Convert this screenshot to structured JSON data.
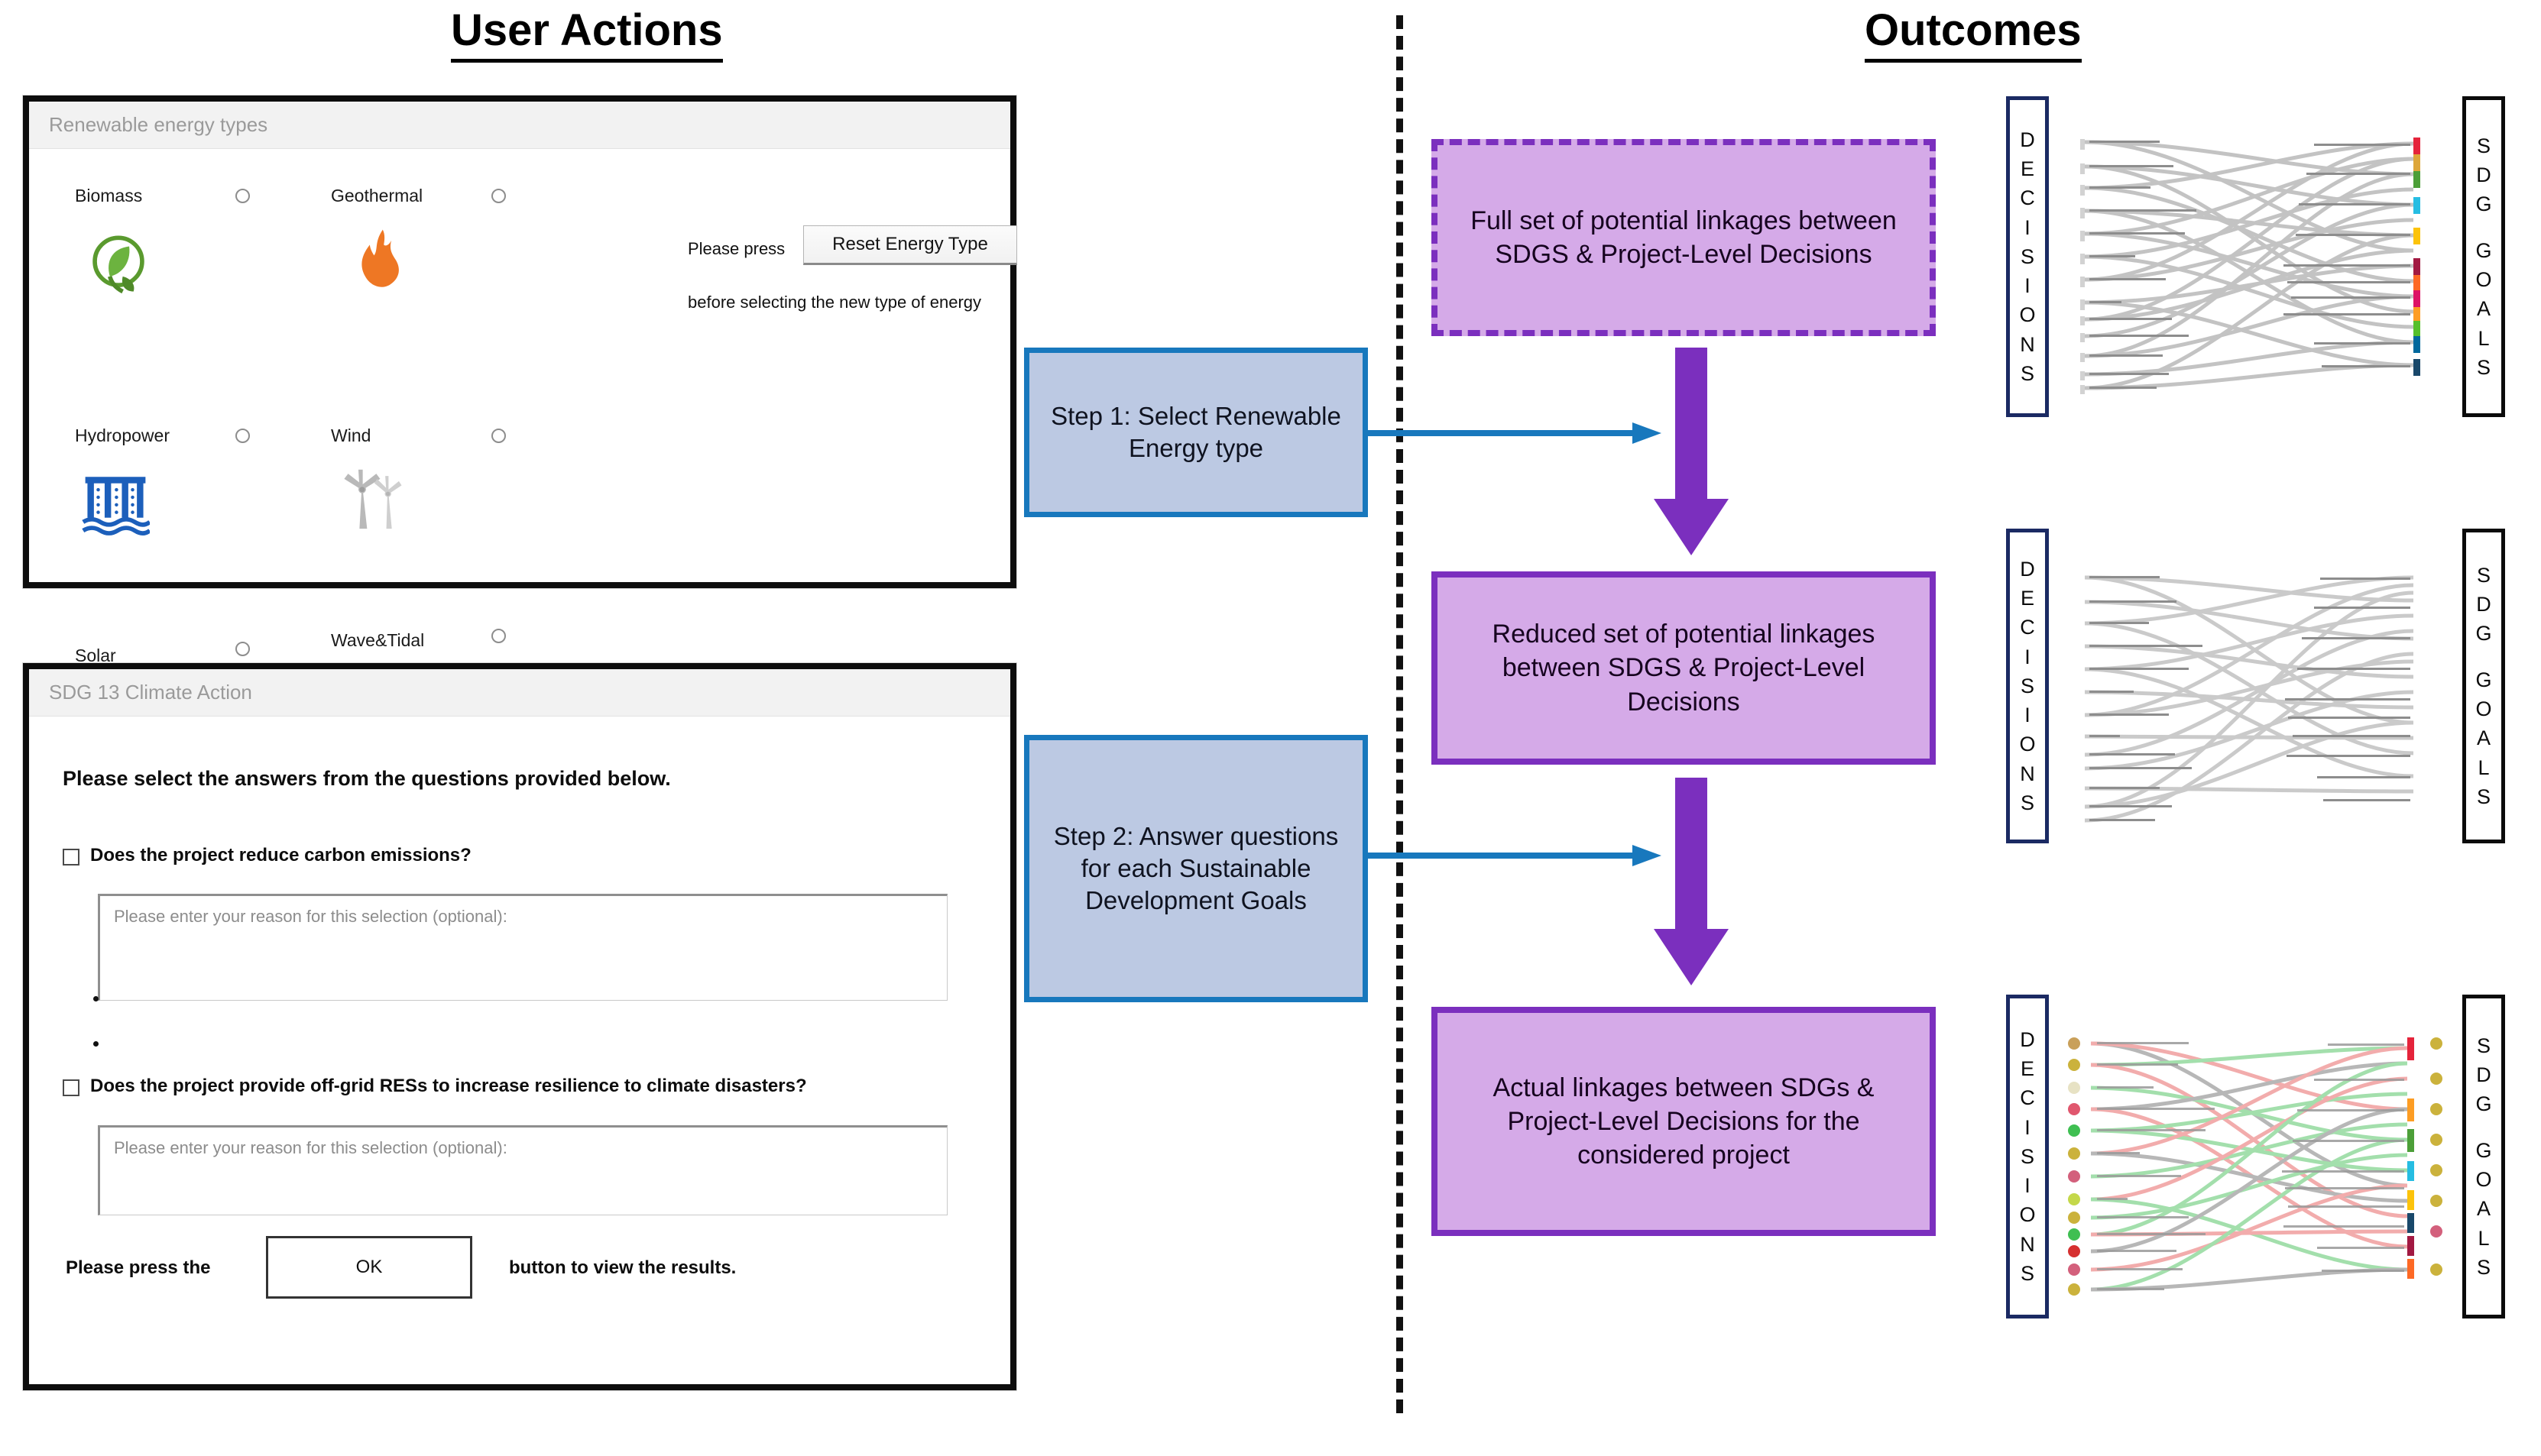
{
  "headings": {
    "left": "User Actions",
    "right": "Outcomes"
  },
  "panel_energy": {
    "title": "Renewable energy types",
    "options": [
      {
        "label": "Biomass",
        "icon": "biomass-leaf-icon",
        "selected": false
      },
      {
        "label": "Geothermal",
        "icon": "flame-icon",
        "selected": false
      },
      {
        "label": "Hydropower",
        "icon": "hydro-dam-icon",
        "selected": false
      },
      {
        "label": "Wind",
        "icon": "wind-turbine-icon",
        "selected": false
      },
      {
        "label": "Solar",
        "icon": "solar-panel-icon",
        "selected": false
      },
      {
        "label": "Wave&Tidal",
        "icon": "wave-icon",
        "selected": false
      }
    ],
    "reset_prefix": "Please press",
    "reset_button": "Reset Energy Type",
    "reset_suffix": "before selecting the new type of energy"
  },
  "panel_sdg": {
    "title": "SDG 13 Climate Action",
    "instruction": "Please select the answers from the questions provided below.",
    "questions": [
      {
        "label": "Does the project reduce carbon emissions?",
        "checked": false,
        "reason_placeholder": "Please enter your reason for this selection (optional):"
      },
      {
        "label": "Does the project provide off-grid RESs to increase resilience to climate disasters?",
        "checked": false,
        "reason_placeholder": "Please enter your reason for this selection (optional):"
      }
    ],
    "footer_prefix": "Please press the",
    "ok_button": "OK",
    "footer_suffix": "button to view the results."
  },
  "steps": [
    {
      "text": "Step 1: Select Renewable Energy type"
    },
    {
      "text": "Step 2: Answer questions for each Sustainable Development Goals"
    }
  ],
  "outcomes": [
    {
      "text": "Full set of potential linkages between SDGS & Project-Level Decisions",
      "border": "dashed"
    },
    {
      "text": "Reduced set of potential linkages between SDGS & Project-Level Decisions",
      "border": "solid"
    },
    {
      "text": "Actual linkages between SDGs & Project-Level Decisions for the considered project",
      "border": "solid"
    }
  ],
  "sankeys": [
    {
      "left_label": "DECISIONS",
      "right_label": "SDG GOALS",
      "style": "grey"
    },
    {
      "left_label": "DECISIONS",
      "right_label": "SDG GOALS",
      "style": "grey"
    },
    {
      "left_label": "DECISIONS",
      "right_label": "SDG GOALS",
      "style": "color"
    }
  ],
  "colors": {
    "step_fill": "#bcc9e3",
    "step_border": "#1878bd",
    "outcome_fill": "#d5aae8",
    "outcome_border": "#7b2fbe",
    "arrow": "#7b2fbe",
    "connector": "#1878bd"
  }
}
